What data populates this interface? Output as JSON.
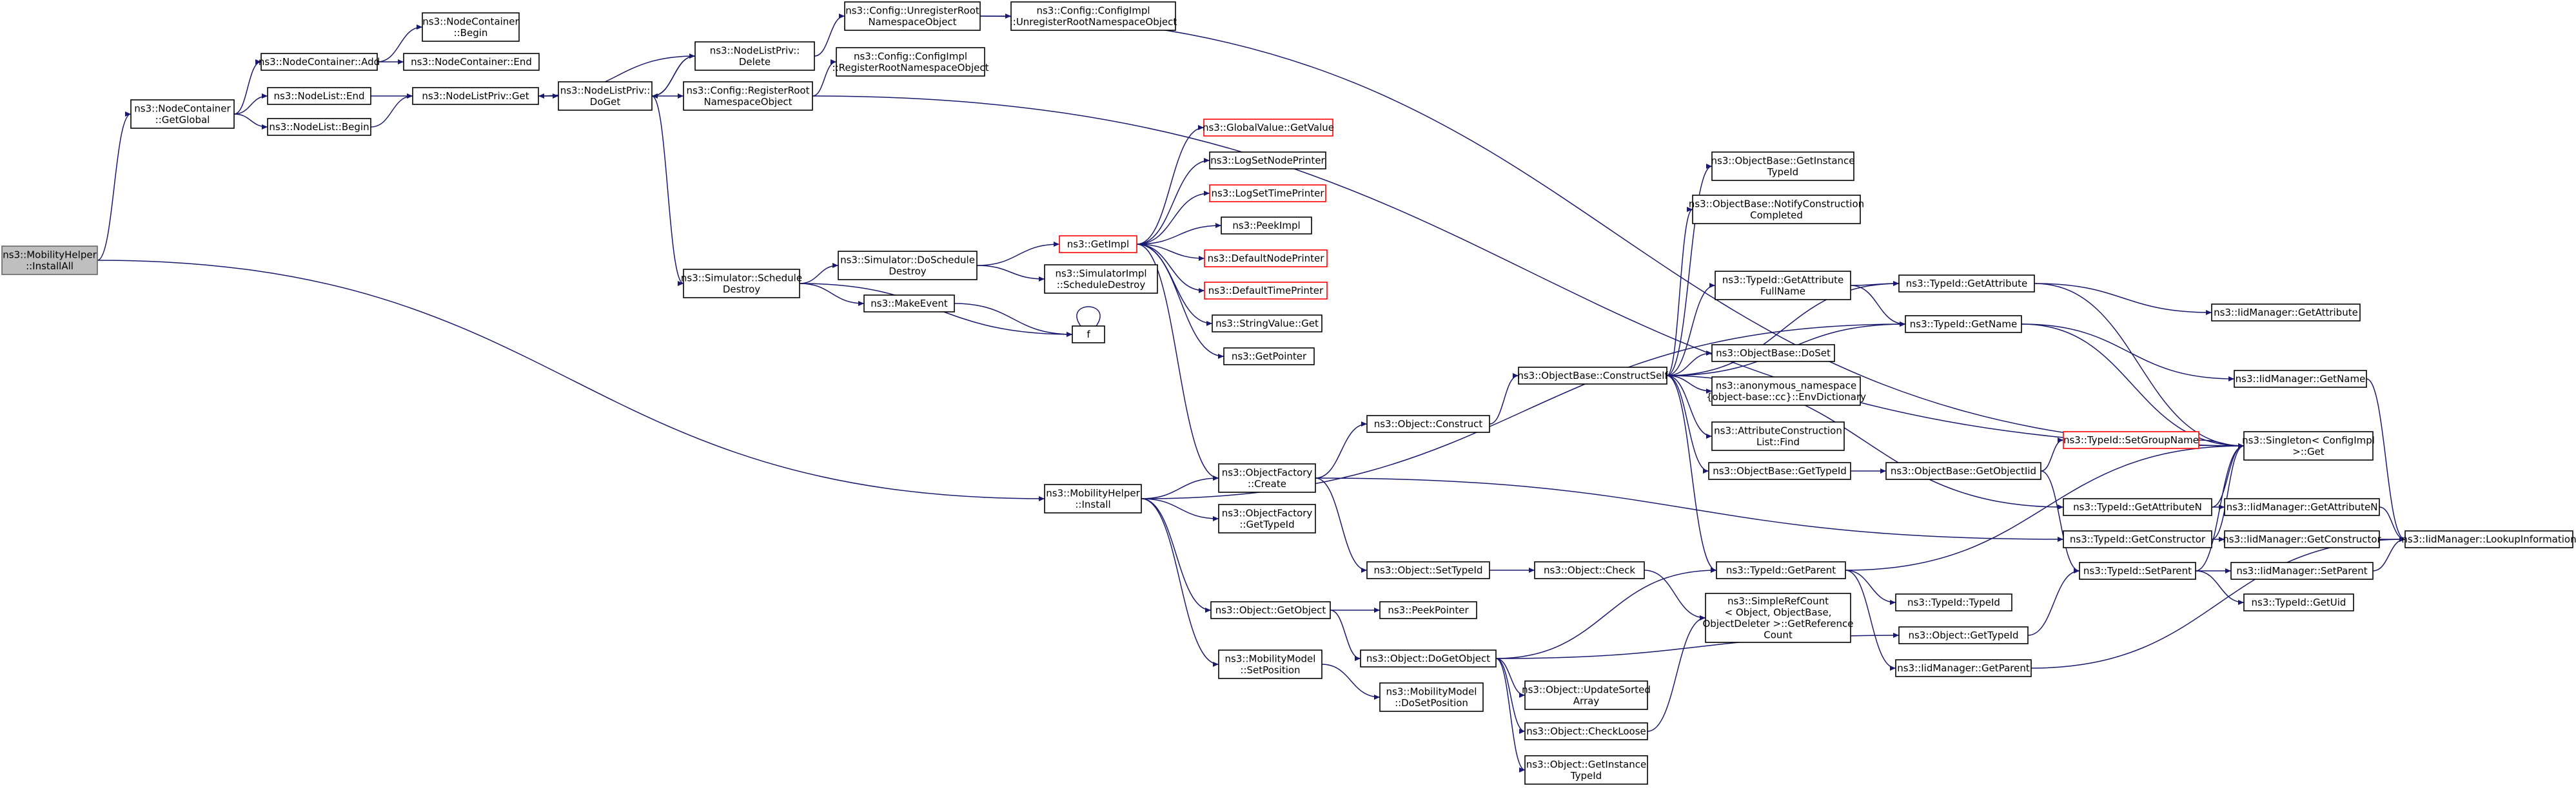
{
  "colors": {
    "edge": "#191970",
    "node_border": "#000000",
    "node_border_red": "#ff0000",
    "root_fill": "#bfbfbf",
    "root_border": "#666666",
    "background": "#ffffff"
  },
  "nodes": [
    {
      "id": "root",
      "lines": [
        "ns3::MobilityHelper",
        "::InstallAll"
      ],
      "style": "root"
    },
    {
      "id": "ncGetGlobal",
      "lines": [
        "ns3::NodeContainer",
        "::GetGlobal"
      ]
    },
    {
      "id": "ncAdd",
      "lines": [
        "ns3::NodeContainer::Add"
      ]
    },
    {
      "id": "ncBegin",
      "lines": [
        "ns3::NodeContainer",
        "::Begin"
      ]
    },
    {
      "id": "ncEnd",
      "lines": [
        "ns3::NodeContainer::End"
      ]
    },
    {
      "id": "nlEnd",
      "lines": [
        "ns3::NodeList::End"
      ]
    },
    {
      "id": "nlBegin",
      "lines": [
        "ns3::NodeList::Begin"
      ]
    },
    {
      "id": "nlpGet",
      "lines": [
        "ns3::NodeListPriv::Get"
      ]
    },
    {
      "id": "nlpDelete",
      "lines": [
        "ns3::NodeListPriv::",
        "Delete"
      ]
    },
    {
      "id": "nlpDoGet",
      "lines": [
        "ns3::NodeListPriv::",
        "DoGet"
      ]
    },
    {
      "id": "cfgUnreg",
      "lines": [
        "ns3::Config::UnregisterRoot",
        "NamespaceObject"
      ]
    },
    {
      "id": "cfgImplUnreg",
      "lines": [
        "ns3::Config::ConfigImpl",
        "::UnregisterRootNamespaceObject"
      ]
    },
    {
      "id": "cfgReg",
      "lines": [
        "ns3::Config::RegisterRoot",
        "NamespaceObject"
      ]
    },
    {
      "id": "cfgImplReg",
      "lines": [
        "ns3::Config::ConfigImpl",
        "::RegisterRootNamespaceObject"
      ]
    },
    {
      "id": "simSchedDestroy",
      "lines": [
        "ns3::Simulator::Schedule",
        "Destroy"
      ]
    },
    {
      "id": "simDoSchedDestroy",
      "lines": [
        "ns3::Simulator::DoSchedule",
        "Destroy"
      ]
    },
    {
      "id": "simImplSchedDestroy",
      "lines": [
        "ns3::SimulatorImpl",
        "::ScheduleDestroy"
      ]
    },
    {
      "id": "makeEvent",
      "lines": [
        "ns3::MakeEvent"
      ]
    },
    {
      "id": "f",
      "lines": [
        "f"
      ]
    },
    {
      "id": "getImpl",
      "lines": [
        "ns3::GetImpl"
      ],
      "style": "red"
    },
    {
      "id": "gvGetValue",
      "lines": [
        "ns3::GlobalValue::GetValue"
      ],
      "style": "red"
    },
    {
      "id": "logSetNodePrinter",
      "lines": [
        "ns3::LogSetNodePrinter"
      ]
    },
    {
      "id": "logSetTimePrinter",
      "lines": [
        "ns3::LogSetTimePrinter"
      ],
      "style": "red"
    },
    {
      "id": "peekImpl",
      "lines": [
        "ns3::PeekImpl"
      ]
    },
    {
      "id": "defaultNodePrinter",
      "lines": [
        "ns3::DefaultNodePrinter"
      ],
      "style": "red"
    },
    {
      "id": "defaultTimePrinter",
      "lines": [
        "ns3::DefaultTimePrinter"
      ],
      "style": "red"
    },
    {
      "id": "stringValueGet",
      "lines": [
        "ns3::StringValue::Get"
      ]
    },
    {
      "id": "getPointer",
      "lines": [
        "ns3::GetPointer"
      ]
    },
    {
      "id": "mhInstall",
      "lines": [
        "ns3::MobilityHelper",
        "::Install"
      ]
    },
    {
      "id": "ofCreate",
      "lines": [
        "ns3::ObjectFactory",
        "::Create"
      ]
    },
    {
      "id": "ofGetTypeId",
      "lines": [
        "ns3::ObjectFactory",
        "::GetTypeId"
      ]
    },
    {
      "id": "objGetObject",
      "lines": [
        "ns3::Object::GetObject"
      ]
    },
    {
      "id": "mmSetPosition",
      "lines": [
        "ns3::MobilityModel",
        "::SetPosition"
      ]
    },
    {
      "id": "objConstruct",
      "lines": [
        "ns3::Object::Construct"
      ]
    },
    {
      "id": "objSetTypeId",
      "lines": [
        "ns3::Object::SetTypeId"
      ]
    },
    {
      "id": "objCheck",
      "lines": [
        "ns3::Object::Check"
      ]
    },
    {
      "id": "peekPointer",
      "lines": [
        "ns3::PeekPointer"
      ]
    },
    {
      "id": "objDoGetObject",
      "lines": [
        "ns3::Object::DoGetObject"
      ]
    },
    {
      "id": "mmDoSetPosition",
      "lines": [
        "ns3::MobilityModel",
        "::DoSetPosition"
      ]
    },
    {
      "id": "obConstructSelf",
      "lines": [
        "ns3::ObjectBase::ConstructSelf"
      ]
    },
    {
      "id": "obGetInstanceTypeId",
      "lines": [
        "ns3::ObjectBase::GetInstance",
        "TypeId"
      ]
    },
    {
      "id": "obNotifyConstruction",
      "lines": [
        "ns3::ObjectBase::NotifyConstruction",
        "Completed"
      ]
    },
    {
      "id": "tidGetAttrFullName",
      "lines": [
        "ns3::TypeId::GetAttribute",
        "FullName"
      ]
    },
    {
      "id": "obDoSet",
      "lines": [
        "ns3::ObjectBase::DoSet"
      ]
    },
    {
      "id": "envDictionary",
      "lines": [
        "ns3::anonymous_namespace",
        "{object-base::cc}::EnvDictionary"
      ]
    },
    {
      "id": "acListFind",
      "lines": [
        "ns3::AttributeConstruction",
        "List::Find"
      ]
    },
    {
      "id": "obGetTypeId",
      "lines": [
        "ns3::ObjectBase::GetTypeId"
      ]
    },
    {
      "id": "tidGetParent",
      "lines": [
        "ns3::TypeId::GetParent"
      ]
    },
    {
      "id": "simpleRefCount",
      "lines": [
        "ns3::SimpleRefCount",
        "< Object, ObjectBase,",
        "ObjectDeleter >::GetReference",
        "Count"
      ]
    },
    {
      "id": "objUpdateSortedArray",
      "lines": [
        "ns3::Object::UpdateSorted",
        "Array"
      ]
    },
    {
      "id": "objCheckLoose",
      "lines": [
        "ns3::Object::CheckLoose"
      ]
    },
    {
      "id": "objGetInstanceTypeId",
      "lines": [
        "ns3::Object::GetInstance",
        "TypeId"
      ]
    },
    {
      "id": "tidGetAttribute",
      "lines": [
        "ns3::TypeId::GetAttribute"
      ]
    },
    {
      "id": "tidGetName",
      "lines": [
        "ns3::TypeId::GetName"
      ]
    },
    {
      "id": "obGetObjectIid",
      "lines": [
        "ns3::ObjectBase::GetObjectIid"
      ]
    },
    {
      "id": "tidGetAttributeN",
      "lines": [
        "ns3::TypeId::GetAttributeN"
      ]
    },
    {
      "id": "tidGetConstructor",
      "lines": [
        "ns3::TypeId::GetConstructor"
      ]
    },
    {
      "id": "tidSetParent",
      "lines": [
        "ns3::TypeId::SetParent"
      ]
    },
    {
      "id": "tidTypeId",
      "lines": [
        "ns3::TypeId::TypeId"
      ]
    },
    {
      "id": "tidGetUid",
      "lines": [
        "ns3::TypeId::GetUid"
      ]
    },
    {
      "id": "objGetTypeId",
      "lines": [
        "ns3::Object::GetTypeId"
      ]
    },
    {
      "id": "iidGetParent",
      "lines": [
        "ns3::IidManager::GetParent"
      ]
    },
    {
      "id": "tidSetGroupName",
      "lines": [
        "ns3::TypeId::SetGroupName"
      ],
      "style": "red"
    },
    {
      "id": "iidGetAttribute",
      "lines": [
        "ns3::IidManager::GetAttribute"
      ]
    },
    {
      "id": "iidGetName",
      "lines": [
        "ns3::IidManager::GetName"
      ]
    },
    {
      "id": "singletonGet",
      "lines": [
        "ns3::Singleton< ConfigImpl",
        " >::Get"
      ]
    },
    {
      "id": "iidGetAttributeN",
      "lines": [
        "ns3::IidManager::GetAttributeN"
      ]
    },
    {
      "id": "iidGetConstructor",
      "lines": [
        "ns3::IidManager::GetConstructor"
      ]
    },
    {
      "id": "iidSetParent",
      "lines": [
        "ns3::IidManager::SetParent"
      ]
    },
    {
      "id": "iidLookupInformation",
      "lines": [
        "ns3::IidManager::LookupInformation"
      ]
    }
  ],
  "edges": [
    [
      "root",
      "ncGetGlobal"
    ],
    [
      "root",
      "mhInstall"
    ],
    [
      "ncGetGlobal",
      "ncAdd"
    ],
    [
      "ncGetGlobal",
      "nlEnd"
    ],
    [
      "ncGetGlobal",
      "nlBegin"
    ],
    [
      "ncAdd",
      "ncBegin"
    ],
    [
      "ncAdd",
      "ncEnd"
    ],
    [
      "nlEnd",
      "nlpGet"
    ],
    [
      "nlBegin",
      "nlpGet"
    ],
    [
      "nlpGet",
      "nlpDoGet"
    ],
    [
      "nlpDelete",
      "nlpGet"
    ],
    [
      "nlpDoGet",
      "nlpDelete"
    ],
    [
      "nlpDelete",
      "nlpDoGet"
    ],
    [
      "nlpDelete",
      "cfgUnreg"
    ],
    [
      "nlpDoGet",
      "cfgReg"
    ],
    [
      "nlpDoGet",
      "simSchedDestroy"
    ],
    [
      "cfgUnreg",
      "cfgImplUnreg"
    ],
    [
      "cfgUnreg",
      "singletonGet"
    ],
    [
      "cfgReg",
      "cfgImplReg"
    ],
    [
      "cfgReg",
      "singletonGet"
    ],
    [
      "simSchedDestroy",
      "simDoSchedDestroy"
    ],
    [
      "simSchedDestroy",
      "makeEvent"
    ],
    [
      "simSchedDestroy",
      "f"
    ],
    [
      "simDoSchedDestroy",
      "getImpl"
    ],
    [
      "simDoSchedDestroy",
      "simImplSchedDestroy"
    ],
    [
      "makeEvent",
      "f"
    ],
    [
      "f",
      "f"
    ],
    [
      "getImpl",
      "gvGetValue"
    ],
    [
      "getImpl",
      "logSetNodePrinter"
    ],
    [
      "getImpl",
      "logSetTimePrinter"
    ],
    [
      "getImpl",
      "peekImpl"
    ],
    [
      "getImpl",
      "defaultNodePrinter"
    ],
    [
      "getImpl",
      "defaultTimePrinter"
    ],
    [
      "getImpl",
      "stringValueGet"
    ],
    [
      "getImpl",
      "getPointer"
    ],
    [
      "getImpl",
      "ofCreate"
    ],
    [
      "mhInstall",
      "ofCreate"
    ],
    [
      "mhInstall",
      "ofGetTypeId"
    ],
    [
      "mhInstall",
      "objGetObject"
    ],
    [
      "mhInstall",
      "mmSetPosition"
    ],
    [
      "mhInstall",
      "tidGetName"
    ],
    [
      "ofCreate",
      "objConstruct"
    ],
    [
      "ofCreate",
      "objSetTypeId"
    ],
    [
      "ofCreate",
      "tidGetConstructor"
    ],
    [
      "objConstruct",
      "obConstructSelf"
    ],
    [
      "objSetTypeId",
      "objCheck"
    ],
    [
      "objCheck",
      "simpleRefCount"
    ],
    [
      "objGetObject",
      "peekPointer"
    ],
    [
      "objGetObject",
      "objDoGetObject"
    ],
    [
      "mmSetPosition",
      "mmDoSetPosition"
    ],
    [
      "objDoGetObject",
      "tidGetParent"
    ],
    [
      "objDoGetObject",
      "objGetTypeId"
    ],
    [
      "objDoGetObject",
      "objUpdateSortedArray"
    ],
    [
      "objDoGetObject",
      "objCheckLoose"
    ],
    [
      "objDoGetObject",
      "objGetInstanceTypeId"
    ],
    [
      "objCheckLoose",
      "simpleRefCount"
    ],
    [
      "obConstructSelf",
      "obGetInstanceTypeId"
    ],
    [
      "obConstructSelf",
      "obNotifyConstruction"
    ],
    [
      "obConstructSelf",
      "tidGetAttrFullName"
    ],
    [
      "obConstructSelf",
      "obDoSet"
    ],
    [
      "obConstructSelf",
      "envDictionary"
    ],
    [
      "obConstructSelf",
      "acListFind"
    ],
    [
      "obConstructSelf",
      "obGetTypeId"
    ],
    [
      "obConstructSelf",
      "tidGetParent"
    ],
    [
      "obConstructSelf",
      "tidGetAttribute"
    ],
    [
      "obConstructSelf",
      "tidGetName"
    ],
    [
      "obConstructSelf",
      "tidGetAttributeN"
    ],
    [
      "tidGetAttrFullName",
      "tidGetAttribute"
    ],
    [
      "tidGetAttrFullName",
      "tidGetName"
    ],
    [
      "obGetTypeId",
      "obGetObjectIid"
    ],
    [
      "obGetObjectIid",
      "tidSetGroupName"
    ],
    [
      "obGetObjectIid",
      "tidSetParent"
    ],
    [
      "tidGetParent",
      "tidTypeId"
    ],
    [
      "tidGetParent",
      "iidGetParent"
    ],
    [
      "tidGetParent",
      "singletonGet"
    ],
    [
      "objGetTypeId",
      "tidSetParent"
    ],
    [
      "tidGetAttribute",
      "iidGetAttribute"
    ],
    [
      "tidGetAttribute",
      "singletonGet"
    ],
    [
      "tidGetName",
      "iidGetName"
    ],
    [
      "tidGetName",
      "singletonGet"
    ],
    [
      "tidGetAttributeN",
      "iidGetAttributeN"
    ],
    [
      "tidGetAttributeN",
      "singletonGet"
    ],
    [
      "tidGetConstructor",
      "iidGetConstructor"
    ],
    [
      "tidGetConstructor",
      "singletonGet"
    ],
    [
      "tidSetParent",
      "iidSetParent"
    ],
    [
      "tidSetParent",
      "tidGetUid"
    ],
    [
      "tidSetParent",
      "singletonGet"
    ],
    [
      "tidSetGroupName",
      "singletonGet"
    ],
    [
      "iidGetParent",
      "iidLookupInformation"
    ],
    [
      "iidGetName",
      "iidLookupInformation"
    ],
    [
      "iidGetAttributeN",
      "iidLookupInformation"
    ],
    [
      "iidGetConstructor",
      "iidLookupInformation"
    ],
    [
      "iidSetParent",
      "iidLookupInformation"
    ]
  ]
}
